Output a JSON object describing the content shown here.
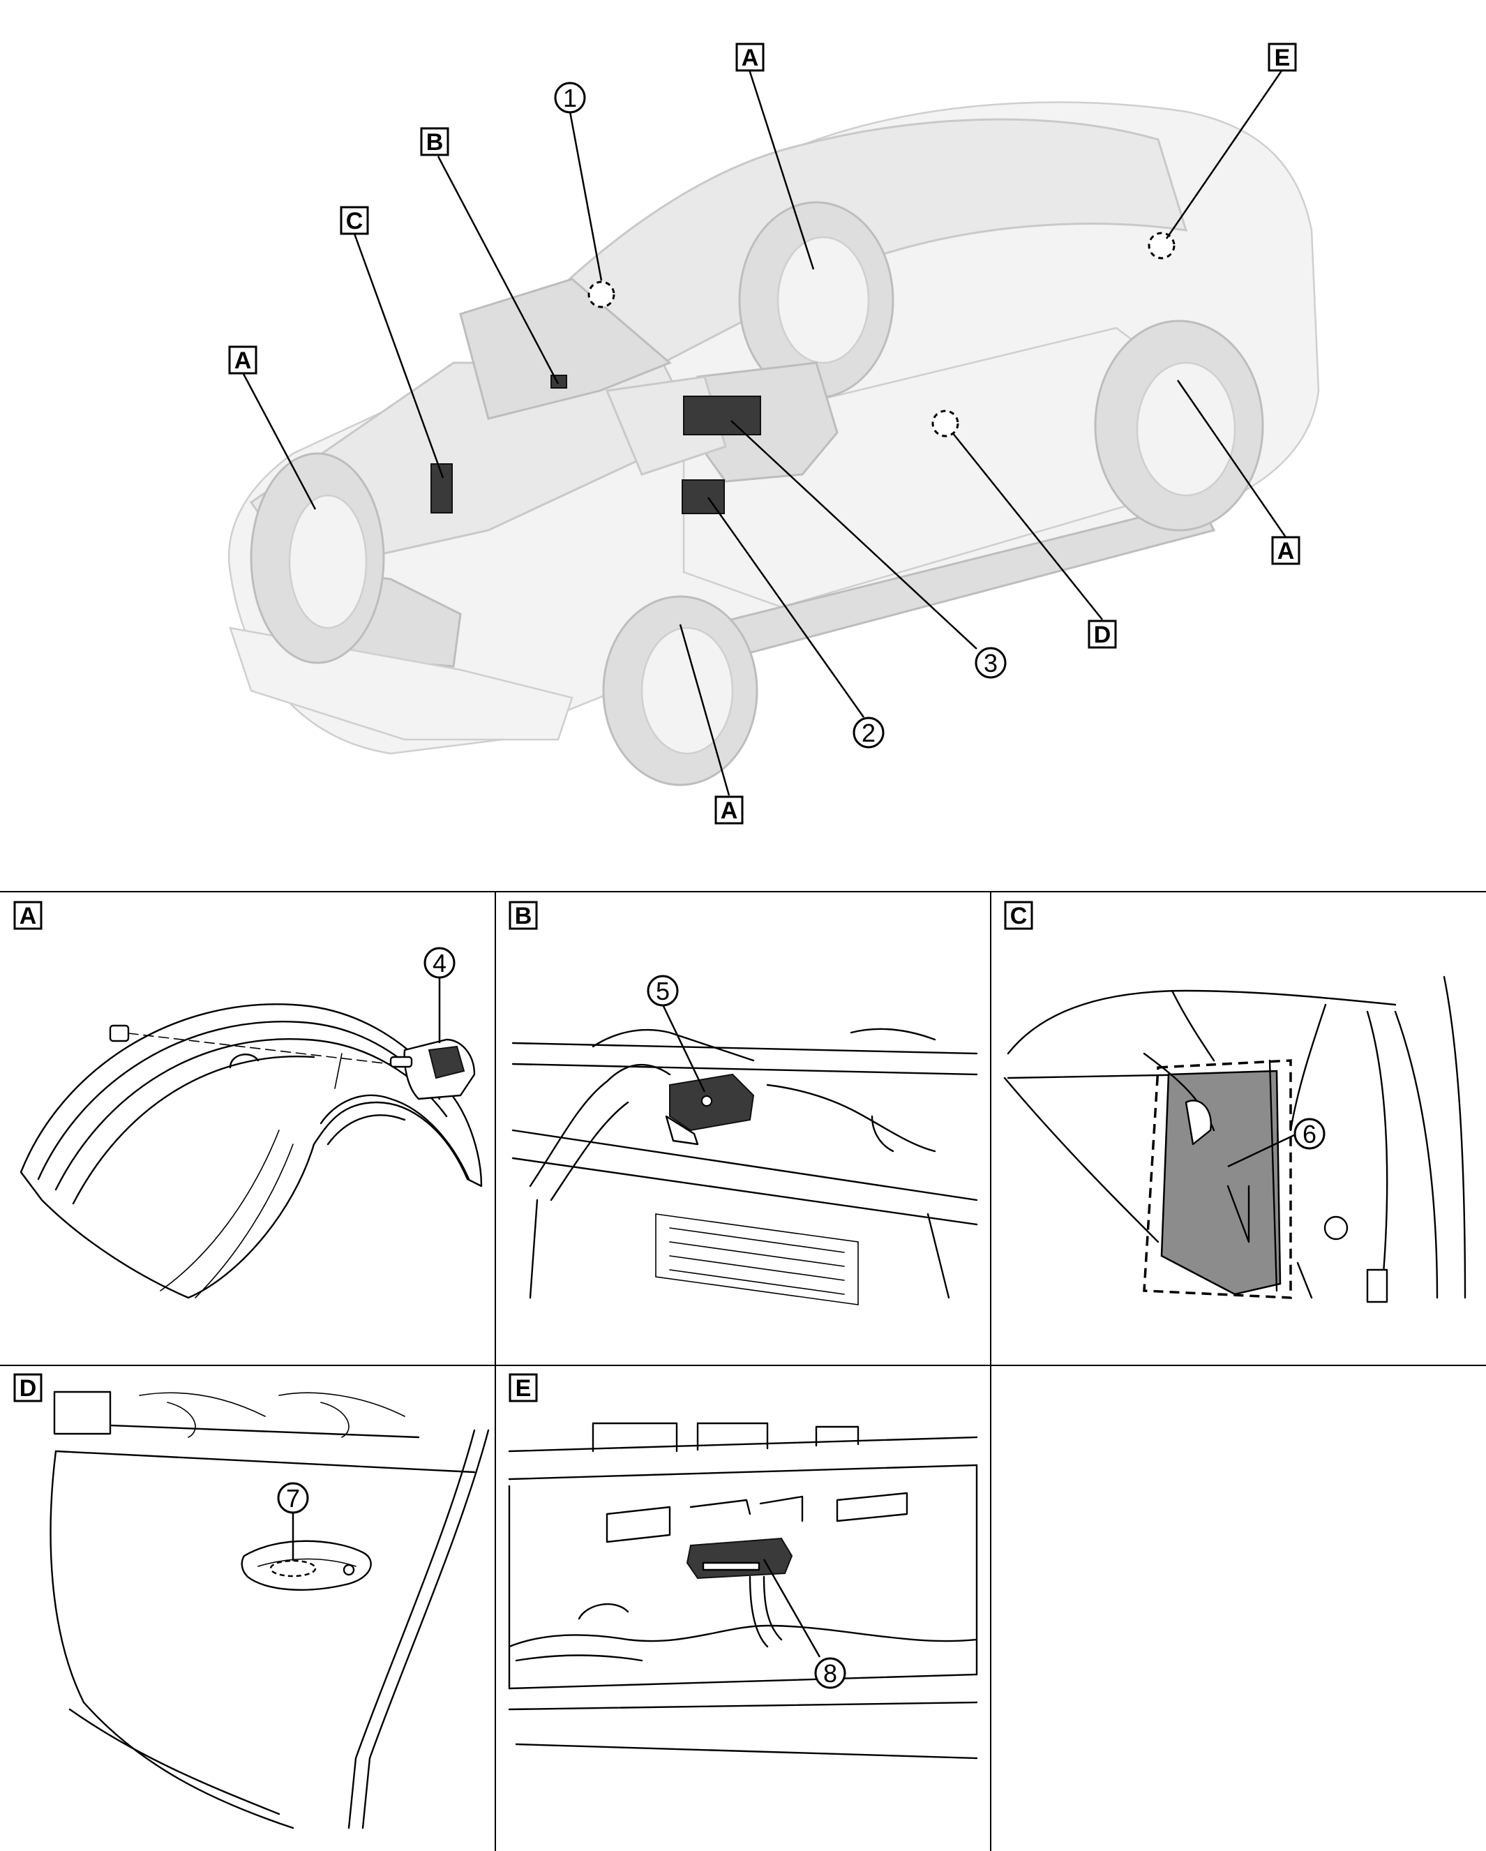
{
  "overview": {
    "callouts": {
      "A_top": "A",
      "A_left": "A",
      "A_right": "A",
      "A_bottom": "A",
      "B": "B",
      "C": "C",
      "D": "D",
      "E": "E",
      "n1": "1",
      "n2": "2",
      "n3": "3"
    }
  },
  "panels": {
    "A": {
      "label": "A",
      "part_number": "4"
    },
    "B": {
      "label": "B",
      "part_number": "5"
    },
    "C": {
      "label": "C",
      "part_number": "6"
    },
    "D": {
      "label": "D",
      "part_number": "7"
    },
    "E": {
      "label": "E",
      "part_number": "8"
    }
  },
  "colors": {
    "line": "#000000",
    "ghost_body": "#e9e9e9",
    "component": "#3a3a3a",
    "highlight_fill": "#8c8c8c"
  }
}
